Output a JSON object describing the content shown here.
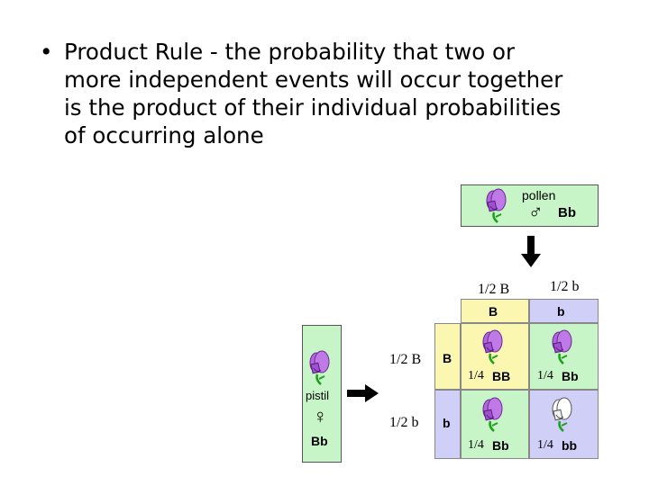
{
  "bullet": {
    "symbol": "•",
    "lines": [
      "Product Rule - the probability that two or",
      "more independent events will occur together",
      "is the product of their individual probabilities",
      "of occurring alone"
    ]
  },
  "pollen": {
    "label": "pollen",
    "symbol": "♂",
    "genotype": "Bb"
  },
  "pistil": {
    "label": "pistil",
    "symbol": "♀",
    "genotype": "Bb"
  },
  "columns": [
    {
      "fraction": "1/2 B",
      "allele": "B"
    },
    {
      "fraction": "1/2 b",
      "allele": "b"
    }
  ],
  "rows": [
    {
      "fraction": "1/2 B",
      "allele": "B"
    },
    {
      "fraction": "1/2 b",
      "allele": "b"
    }
  ],
  "cells": [
    {
      "fraction": "1/4",
      "genotype": "BB",
      "flower": "purple"
    },
    {
      "fraction": "1/4",
      "genotype": "Bb",
      "flower": "purple"
    },
    {
      "fraction": "1/4",
      "genotype": "Bb",
      "flower": "purple"
    },
    {
      "fraction": "1/4",
      "genotype": "bb",
      "flower": "white"
    }
  ],
  "colors": {
    "green_panel": "#c8f5c8",
    "yellow_panel": "#fbf6b0",
    "lavender_panel": "#cfcff8",
    "purple_flower": "#b266e0",
    "white_flower": "#ffffff",
    "stem": "#1fa01f"
  }
}
